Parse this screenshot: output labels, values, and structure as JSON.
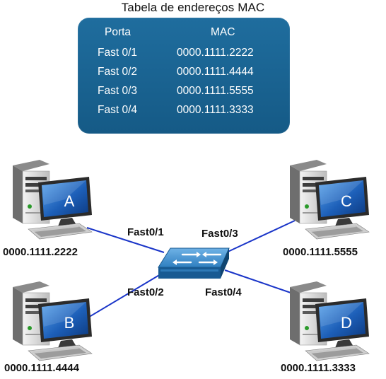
{
  "title": "Tabela de endereços MAC",
  "mac_table": {
    "headers": [
      "Porta",
      "MAC"
    ],
    "rows": [
      [
        "Fast 0/1",
        "0000.1111.2222"
      ],
      [
        "Fast 0/2",
        "0000.1111.4444"
      ],
      [
        "Fast 0/3",
        "0000.1111.5555"
      ],
      [
        "Fast 0/4",
        "0000.1111.3333"
      ]
    ],
    "color": "#1a6496"
  },
  "computers": [
    {
      "letter": "A",
      "mac": "0000.1111.2222"
    },
    {
      "letter": "B",
      "mac": "0000.1111.4444"
    },
    {
      "letter": "C",
      "mac": "0000.1111.5555"
    },
    {
      "letter": "D",
      "mac": "0000.1111.3333"
    }
  ],
  "ports": [
    "Fast0/1",
    "Fast0/2",
    "Fast0/3",
    "Fast0/4"
  ],
  "icons": {
    "switch": "switch-icon",
    "computer": "computer-icon"
  },
  "colors": {
    "link": "#1a35c8",
    "switch": "#1f6fa6",
    "screen": "#1d5fb8"
  }
}
